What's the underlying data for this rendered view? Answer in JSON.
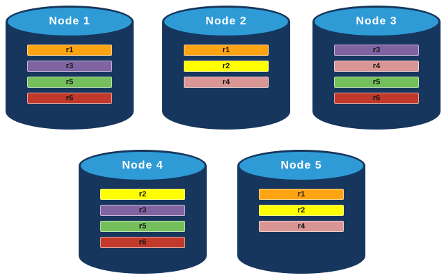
{
  "diagram": {
    "title": "",
    "palette": {
      "cylinder_body": "#17365D",
      "cylinder_top": "#2E9BD6",
      "title_text": "#FFFFFF",
      "r1": "#FFA413",
      "r2": "#FFFF00",
      "r3": "#8064A2",
      "r4": "#D99694",
      "r5": "#74BE5B",
      "r6": "#C0392B"
    },
    "nodes": [
      {
        "label": "Node 1",
        "rows": [
          {
            "label": "r1",
            "color": "#FFA413"
          },
          {
            "label": "r3",
            "color": "#8064A2"
          },
          {
            "label": "r5",
            "color": "#74BE5B"
          },
          {
            "label": "r6",
            "color": "#C0392B"
          }
        ]
      },
      {
        "label": "Node 2",
        "rows": [
          {
            "label": "r1",
            "color": "#FFA413"
          },
          {
            "label": "r2",
            "color": "#FFFF00"
          },
          {
            "label": "r4",
            "color": "#D99694"
          }
        ]
      },
      {
        "label": "Node 3",
        "rows": [
          {
            "label": "r3",
            "color": "#8064A2"
          },
          {
            "label": "r4",
            "color": "#D99694"
          },
          {
            "label": "r5",
            "color": "#74BE5B"
          },
          {
            "label": "r6",
            "color": "#C0392B"
          }
        ]
      },
      {
        "label": "Node 4",
        "rows": [
          {
            "label": "r2",
            "color": "#FFFF00"
          },
          {
            "label": "r3",
            "color": "#8064A2"
          },
          {
            "label": "r5",
            "color": "#74BE5B"
          },
          {
            "label": "r6",
            "color": "#C0392B"
          }
        ]
      },
      {
        "label": "Node 5",
        "rows": [
          {
            "label": "r1",
            "color": "#FFA413"
          },
          {
            "label": "r2",
            "color": "#FFFF00"
          },
          {
            "label": "r4",
            "color": "#D99694"
          }
        ]
      }
    ]
  }
}
